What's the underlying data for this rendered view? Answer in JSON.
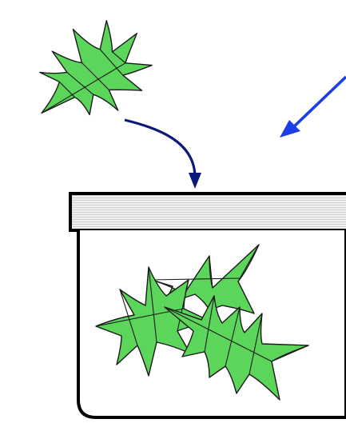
{
  "diagram": {
    "elements": [
      "falling-leaf",
      "curved-arrow",
      "blue-arrow",
      "container-lid",
      "container-body",
      "leaf-pile"
    ],
    "colors": {
      "leaf_fill": "#5bd65b",
      "leaf_stroke": "#1a1a1a",
      "curved_arrow": "#0b1a7a",
      "blue_arrow": "#1a3fe6",
      "lid_fill": "#f0f0f0",
      "lid_hatch": "#c8c8c8",
      "outline": "#000000",
      "background": "#ffffff"
    }
  }
}
